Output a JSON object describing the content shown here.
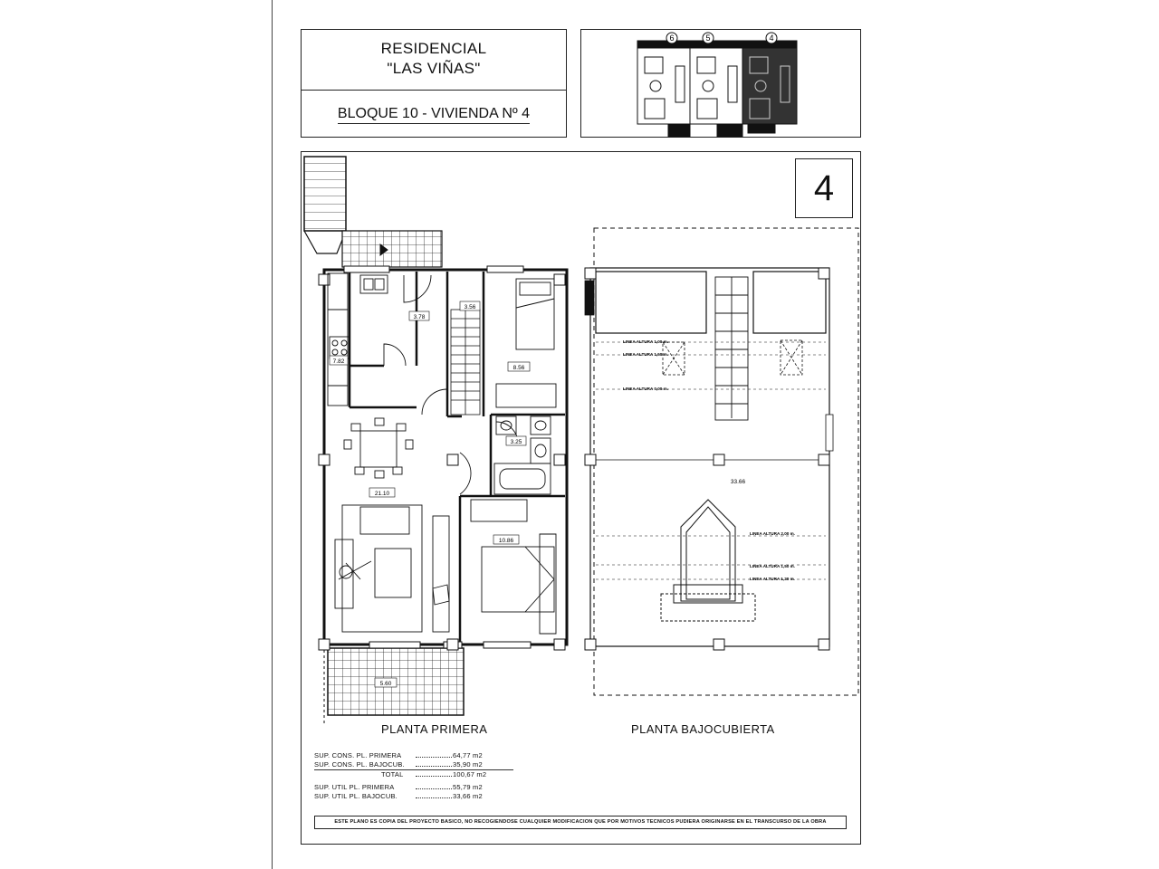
{
  "header": {
    "title_line1": "RESIDENCIAL",
    "title_line2": "\"LAS VIÑAS\"",
    "block": "BLOQUE 10 - VIVIENDA Nº 4"
  },
  "keyplan": {
    "units": [
      "6",
      "5",
      "4"
    ]
  },
  "unit_number": "4",
  "plans": {
    "left_title": "PLANTA PRIMERA",
    "right_title": "PLANTA BAJOCUBIERTA",
    "rooms_first": [
      {
        "id": "kitchen",
        "label": "7.82"
      },
      {
        "id": "hall",
        "label": "3.78"
      },
      {
        "id": "stair",
        "label": "3.56"
      },
      {
        "id": "bedroom1",
        "label": "8.56"
      },
      {
        "id": "bath",
        "label": "3.25"
      },
      {
        "id": "living",
        "label": "21.10"
      },
      {
        "id": "bedroom2",
        "label": "10.86"
      },
      {
        "id": "terrace",
        "label": "5.60"
      }
    ],
    "loft_area": "33.66",
    "height_lines": [
      "LINEA ALTURA 1,00 m.",
      "LINEA ALTURA 1,50 m.",
      "LINEA ALTURA 0,00 m.",
      "LINEA ALTURA 2,00 m.",
      "LINEA ALTURA 1,50 m.",
      "LINEA ALTURA 1,20 m."
    ]
  },
  "areas": {
    "rows": [
      {
        "label": "SUP. CONS. PL. PRIMERA",
        "value": "64,77 m2"
      },
      {
        "label": "SUP. CONS. PL. BAJOCUB.",
        "value": "35,90 m2"
      },
      {
        "label": "TOTAL",
        "value": "100,67 m2"
      },
      {
        "label": "SUP. UTIL PL. PRIMERA",
        "value": "55,79 m2"
      },
      {
        "label": "SUP. UTIL PL. BAJOCUB.",
        "value": "33,66 m2"
      }
    ]
  },
  "notice": "ESTE PLANO ES COPIA DEL PROYECTO BASICO, NO RECOGIENDOSE CUALQUIER MODIFICACION QUE POR MOTIVOS TECNICOS PUDIERA ORIGINARSE EN EL TRANSCURSO DE LA OBRA"
}
